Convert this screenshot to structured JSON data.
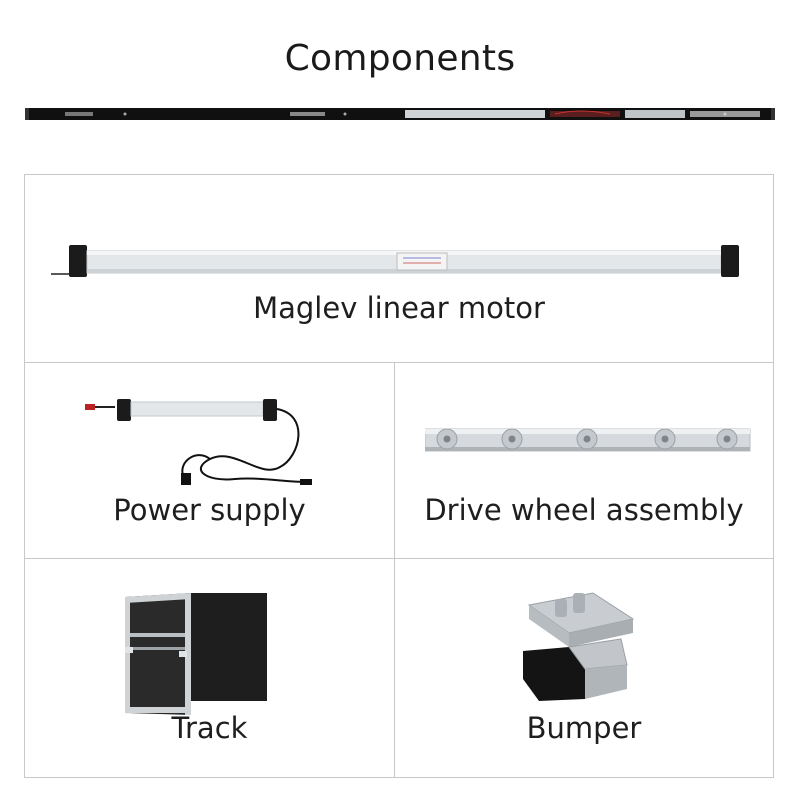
{
  "header": {
    "title": "Components"
  },
  "components": [
    {
      "label": "Maglev linear motor",
      "icon": "maglev-motor-icon"
    },
    {
      "label": "Power supply",
      "icon": "power-supply-icon"
    },
    {
      "label": "Drive wheel assembly",
      "icon": "drive-wheel-icon"
    },
    {
      "label": "Track",
      "icon": "track-profile-icon"
    },
    {
      "label": "Bumper",
      "icon": "bumper-icon"
    }
  ],
  "colors": {
    "border": "#c8c8c8",
    "text": "#1a1a1a",
    "aluminum": "#d9dde1",
    "black": "#111111"
  }
}
